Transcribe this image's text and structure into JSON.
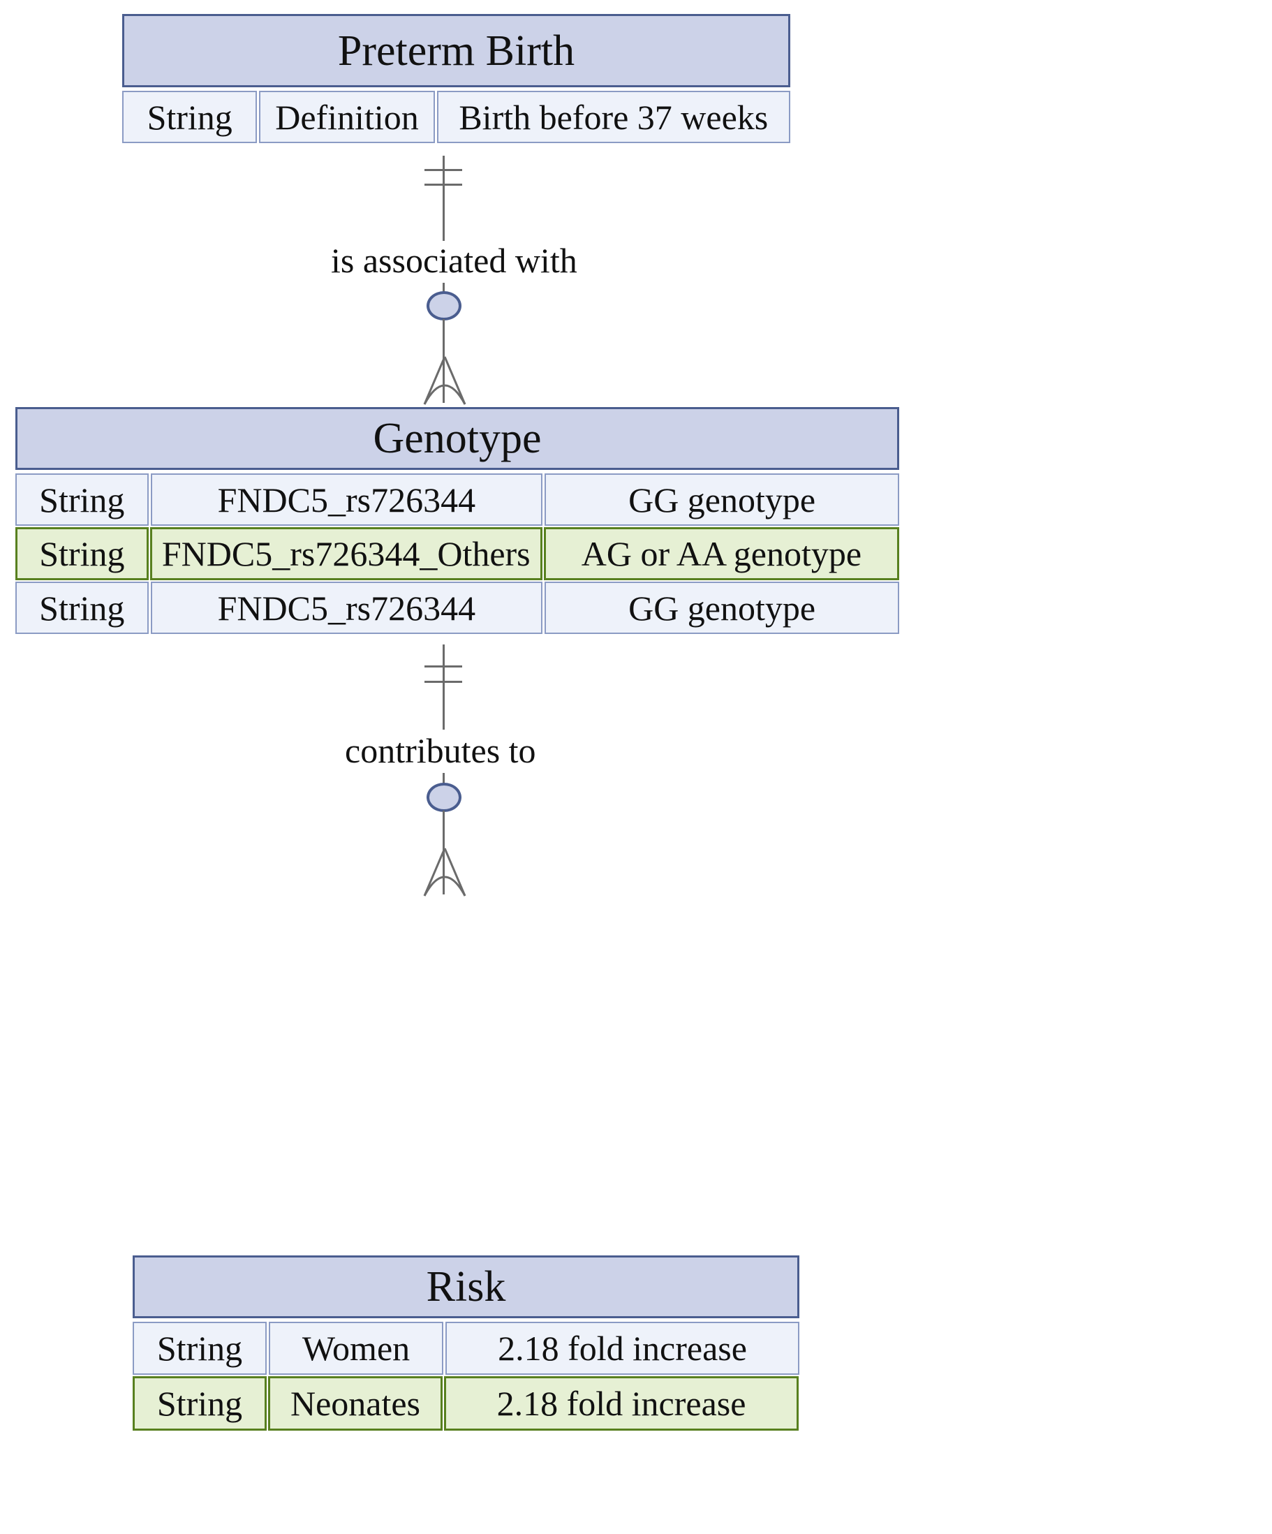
{
  "diagram": {
    "type": "entity-relationship-diagram",
    "title": "Preterm Birth genotype risk ER diagram",
    "colors": {
      "header_fill": "#ccd2e8",
      "header_border": "#4a5d8f",
      "cell_fill": "#eef2fa",
      "cell_border": "#8b9bc4",
      "highlight_fill": "#e6f0d4",
      "highlight_border": "#58801f",
      "line": "#6b6b6b"
    },
    "entities": [
      {
        "id": "preterm-birth",
        "name": "Preterm Birth",
        "attributes": [
          {
            "type": "String",
            "name": "Definition",
            "value": "Birth before 37 weeks",
            "highlighted": false
          }
        ]
      },
      {
        "id": "genotype",
        "name": "Genotype",
        "attributes": [
          {
            "type": "String",
            "name": "FNDC5_rs726344",
            "value": "GG genotype",
            "highlighted": false
          },
          {
            "type": "String",
            "name": "FNDC5_rs726344_Others",
            "value": "AG or AA genotype",
            "highlighted": true
          },
          {
            "type": "String",
            "name": "FNDC5_rs726344",
            "value": "GG genotype",
            "highlighted": false
          }
        ]
      },
      {
        "id": "risk",
        "name": "Risk",
        "attributes": [
          {
            "type": "String",
            "name": "Women",
            "value": "2.18 fold increase",
            "highlighted": false
          },
          {
            "type": "String",
            "name": "Neonates",
            "value": "2.18 fold increase",
            "highlighted": true
          }
        ]
      }
    ],
    "relationships": [
      {
        "id": "rel-associated",
        "label": "is associated with",
        "from": "preterm-birth",
        "to": "genotype",
        "from_cardinality": "one-and-only-one",
        "to_cardinality": "zero-or-many"
      },
      {
        "id": "rel-contributes",
        "label": "contributes to",
        "from": "genotype",
        "to": "risk",
        "from_cardinality": "one-and-only-one",
        "to_cardinality": "zero-or-many"
      }
    ]
  }
}
